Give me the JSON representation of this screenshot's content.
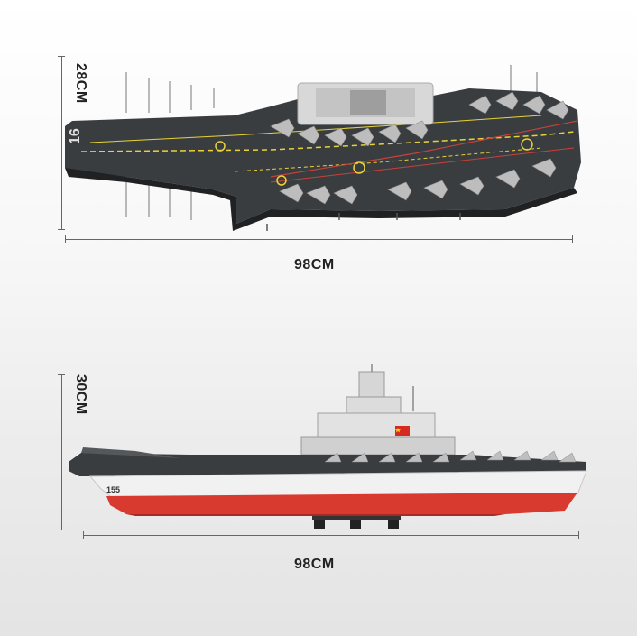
{
  "top_view": {
    "height_label": "28CM",
    "length_label": "98CM",
    "hull_number": "16"
  },
  "side_view": {
    "height_label": "30CM",
    "length_label": "98CM",
    "hull_number": "155"
  },
  "colors": {
    "deck": "#3a3d40",
    "deck_markings": "#e8d23a",
    "hull_red": "#d93a2f",
    "hull_white": "#f1f1f1",
    "superstructure": "#dcdcdc",
    "dimension_line": "#666666"
  }
}
